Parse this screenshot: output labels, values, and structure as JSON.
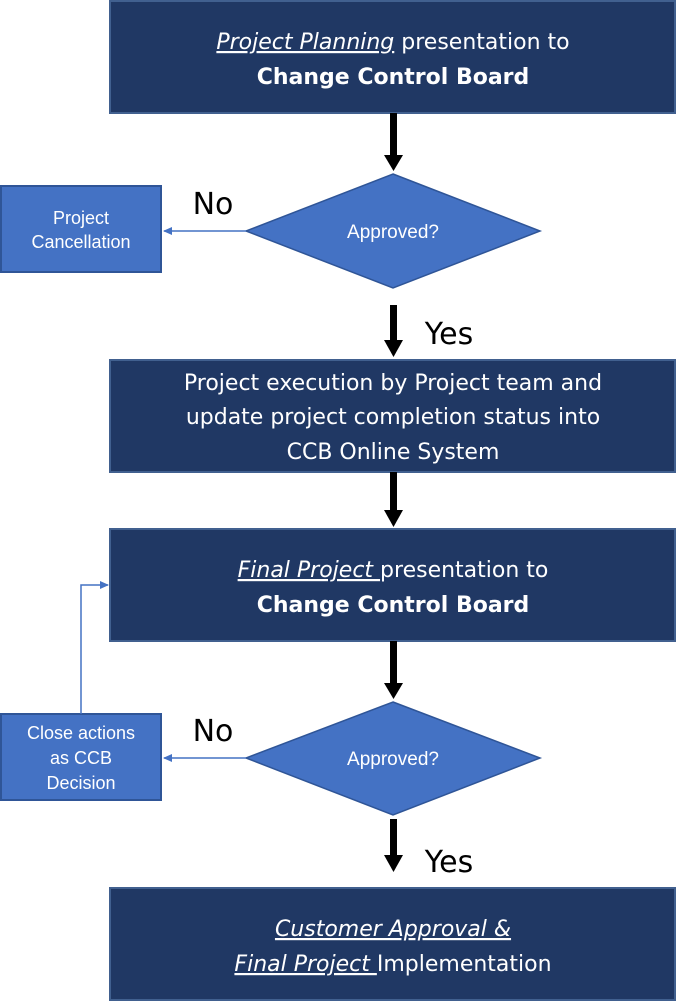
{
  "colors": {
    "dark_box": "#203864",
    "light_box": "#4472C4",
    "diamond": "#4472C4",
    "thick_arrow": "#000000",
    "thin_arrow": "#4472C4",
    "text_light": "#ffffff",
    "text_dark": "#000000"
  },
  "steps": {
    "planning": {
      "italic": "Project Planning",
      "rest": " presentation to",
      "line2": "Change Control Board"
    },
    "decision1": {
      "label": "Approved?"
    },
    "cancel": {
      "line1": "Project",
      "line2": "Cancellation"
    },
    "execution": {
      "line1": "Project execution by Project team and",
      "line2": "update project completion status into",
      "line3": "CCB Online System"
    },
    "final": {
      "italic": "Final Project ",
      "rest": " presentation to",
      "line2": "Change Control Board"
    },
    "decision2": {
      "label": "Approved?"
    },
    "close": {
      "line1": "Close actions",
      "line2": "as CCB",
      "line3": "Decision"
    },
    "customer": {
      "line1_italic": "Customer Approval &",
      "line2_italic": "Final Project ",
      "line2_rest": " Implementation"
    }
  },
  "labels": {
    "no1": "No",
    "yes1": "Yes",
    "no2": "No",
    "yes2": "Yes"
  }
}
